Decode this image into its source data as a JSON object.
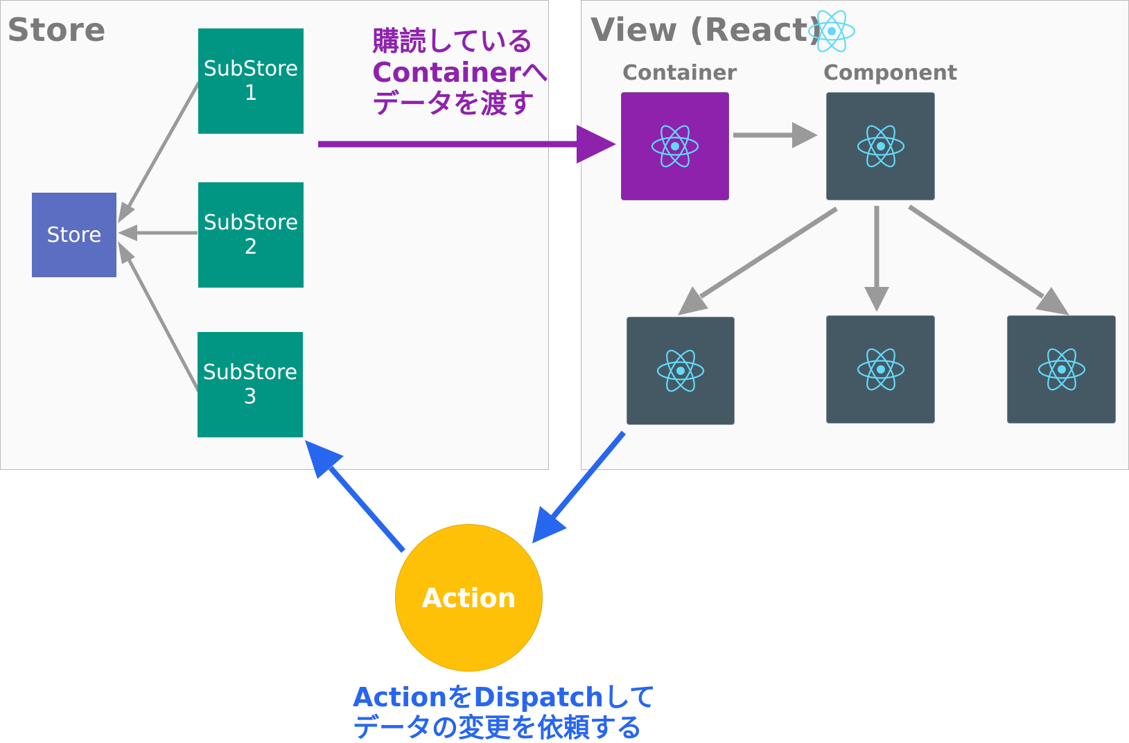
{
  "colors": {
    "panel_bg": "#fafafa",
    "substore": "#009683",
    "store": "#5b6ec1",
    "container": "#8e22ad",
    "component": "#455964",
    "react_logo": "#61dafb",
    "gray_arrow": "#9a9a9a",
    "purple_arrow": "#8e22ad",
    "blue_arrow": "#2766ef",
    "action": "#ffc107"
  },
  "icons": {
    "react_logo": "react-atom-icon"
  },
  "store_panel": {
    "title": "Store",
    "store_box": "Store",
    "substores": [
      {
        "line1": "SubStore",
        "line2": "1"
      },
      {
        "line1": "SubStore",
        "line2": "2"
      },
      {
        "line1": "SubStore",
        "line2": "3"
      }
    ]
  },
  "subscribe_label": {
    "line1": "購読している",
    "line2": "Containerへ",
    "line3": "データを渡す"
  },
  "view_panel": {
    "title": "View (React)",
    "container_label": "Container",
    "component_label": "Component"
  },
  "action": {
    "label": "Action",
    "caption_line1": "ActionをDispatchして",
    "caption_line2": "データの変更を依頼する"
  }
}
